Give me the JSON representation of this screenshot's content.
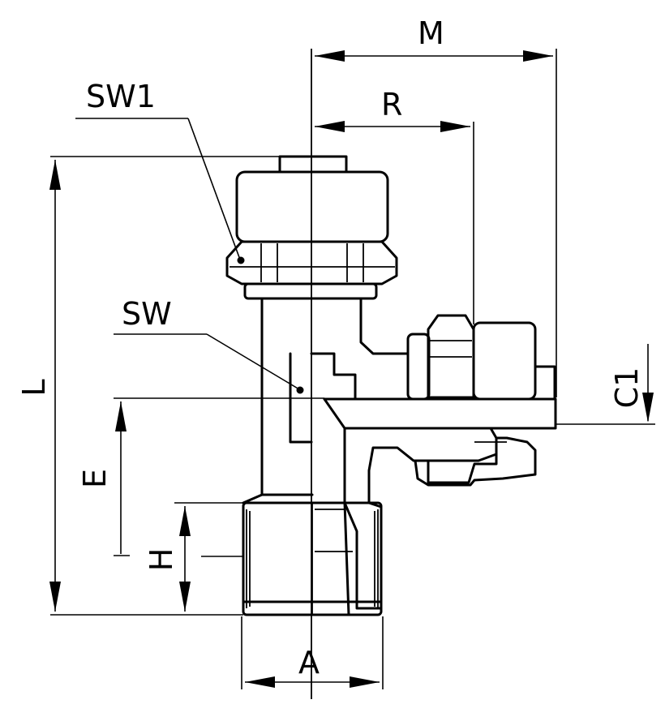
{
  "labels": {
    "M": "M",
    "R": "R",
    "SW1": "SW1",
    "SW": "SW",
    "L": "L",
    "E": "E",
    "H": "H",
    "A": "A",
    "C1": "C1"
  },
  "colors": {
    "line": "#000000",
    "background": "#ffffff"
  }
}
